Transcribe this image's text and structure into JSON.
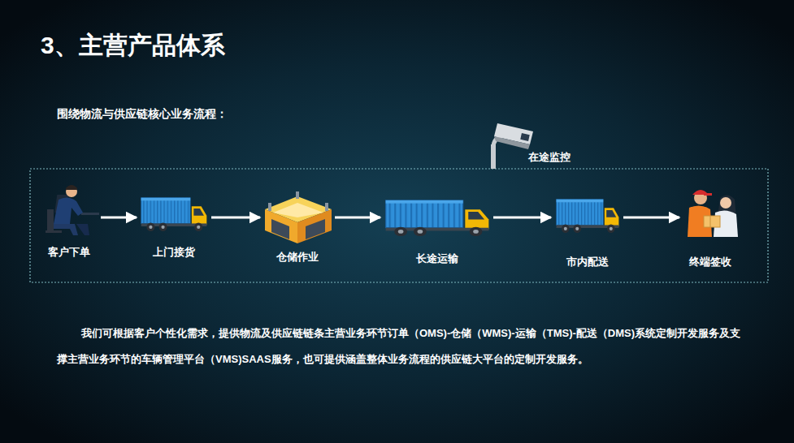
{
  "diagram": {
    "title": "3、主营产品体系",
    "nodes": [
      {
        "text": [
          "客户下单"
        ]
      },
      {
        "text": [
          "上门接货"
        ]
      },
      {
        "text": [
          "仓储作业"
        ]
      },
      {
        "text": [
          "长途运输"
        ]
      },
      {
        "text": [
          "市内配送"
        ]
      },
      {
        "text": [
          "终端签收"
        ]
      }
    ],
    "edges": [
      {
        "from": 0,
        "to": 1,
        "arrow": "to"
      },
      {
        "from": 1,
        "to": 2,
        "arrow": "to"
      },
      {
        "from": 2,
        "to": 3,
        "arrow": "to"
      },
      {
        "from": 3,
        "to": 4,
        "arrow": "to"
      },
      {
        "from": 4,
        "to": 5,
        "arrow": "to"
      }
    ],
    "labels": [
      "围绕物流与供应链核心业务流程：",
      "在途监控",
      "我们可根据客户个性化需求，提供物流及供应链链条主营业务环节订单（OMS)-仓储（WMS)-运输（TMS)-配送（DMS)系统定制开发服务及支撑主营业务环节的车辆管理平台（VMS)SAAS服务，也可提供涵盖整体业务流程的供应链大平台的定制开发服务。"
    ]
  }
}
